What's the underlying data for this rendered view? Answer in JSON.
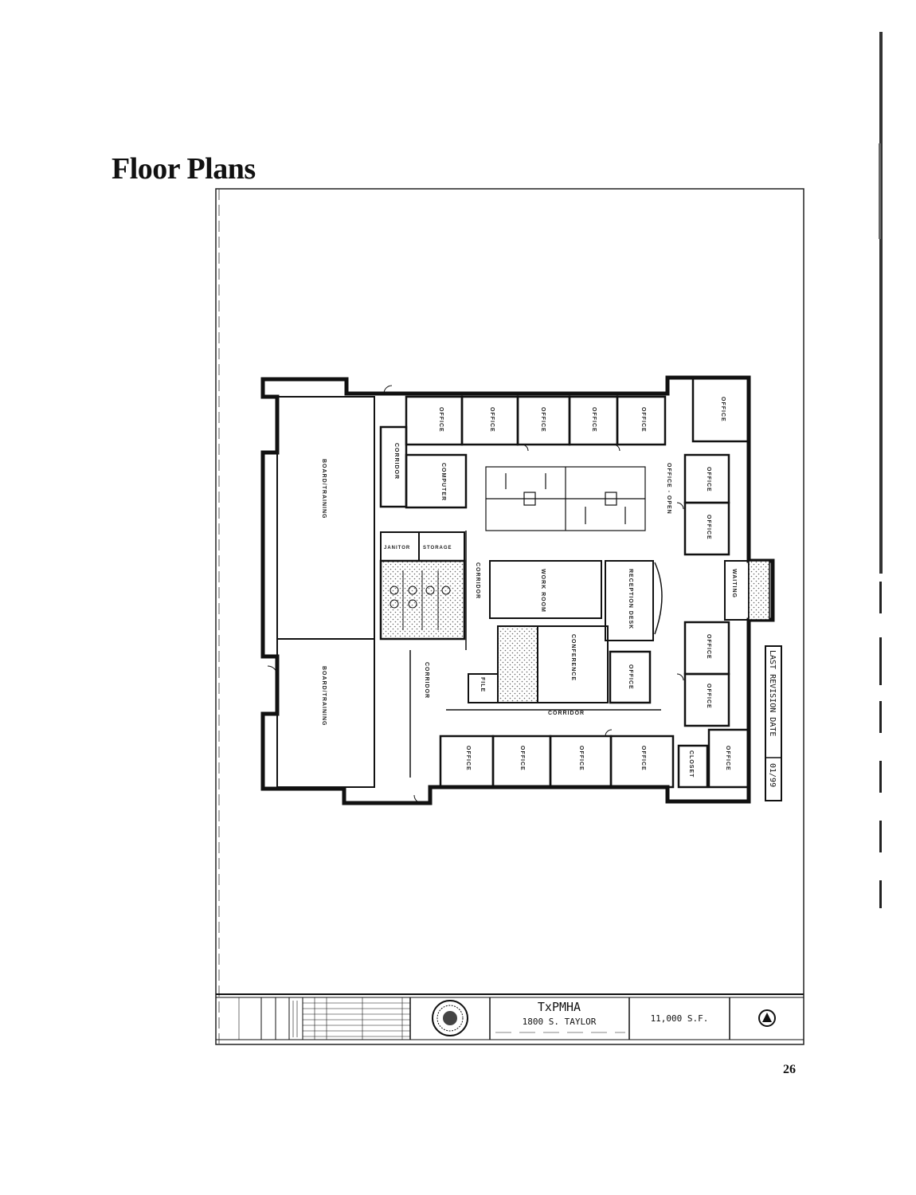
{
  "page": {
    "title": "Floor Plans",
    "page_number": "26"
  },
  "rooms": {
    "office": "OFFICE",
    "computer": "COMPUTER",
    "corridor": "CORRIDOR",
    "office_open": "OFFICE - OPEN",
    "work_room": "WORK ROOM",
    "reception_desk": "RECEPTION DESK",
    "waiting": "WAITING",
    "janitor": "JANITOR",
    "storage": "STORAGE",
    "conference": "CONFERENCE",
    "board_training": "BOARD/TRAINING",
    "closet": "CLOSET",
    "file": "FILE"
  },
  "revision": {
    "label": "LAST REVISION DATE",
    "date": "01/99"
  },
  "title_block": {
    "project": "TxPMHA",
    "address": "1800 S. TAYLOR",
    "area": "11,000 S.F."
  },
  "colors": {
    "ink": "#111111",
    "hatch": "#888888"
  }
}
